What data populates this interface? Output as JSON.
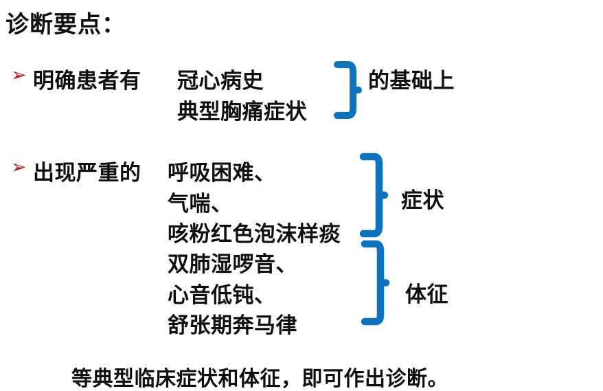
{
  "slide": {
    "title": "诊断要点：",
    "bullet_glyph": "➢",
    "colors": {
      "brace_blue": "#0d73bf",
      "bullet_red": "#b11818",
      "text_black": "#0f0f0f"
    },
    "bullet1": {
      "lead": "明确患者有",
      "conditions": [
        "冠心病史",
        "典型胸痛症状"
      ],
      "suffix": "的基础上"
    },
    "bullet2": {
      "lead": "出现严重的",
      "symptom_items": [
        "呼吸困难、",
        "气喘、",
        "咳粉红色泡沫样痰"
      ],
      "symptom_label": "症状",
      "sign_items": [
        "双肺湿啰音、",
        "心音低钝、",
        "舒张期奔马律"
      ],
      "sign_label": "体征"
    },
    "footer": "等典型临床症状和体征，即可作出诊断。"
  }
}
